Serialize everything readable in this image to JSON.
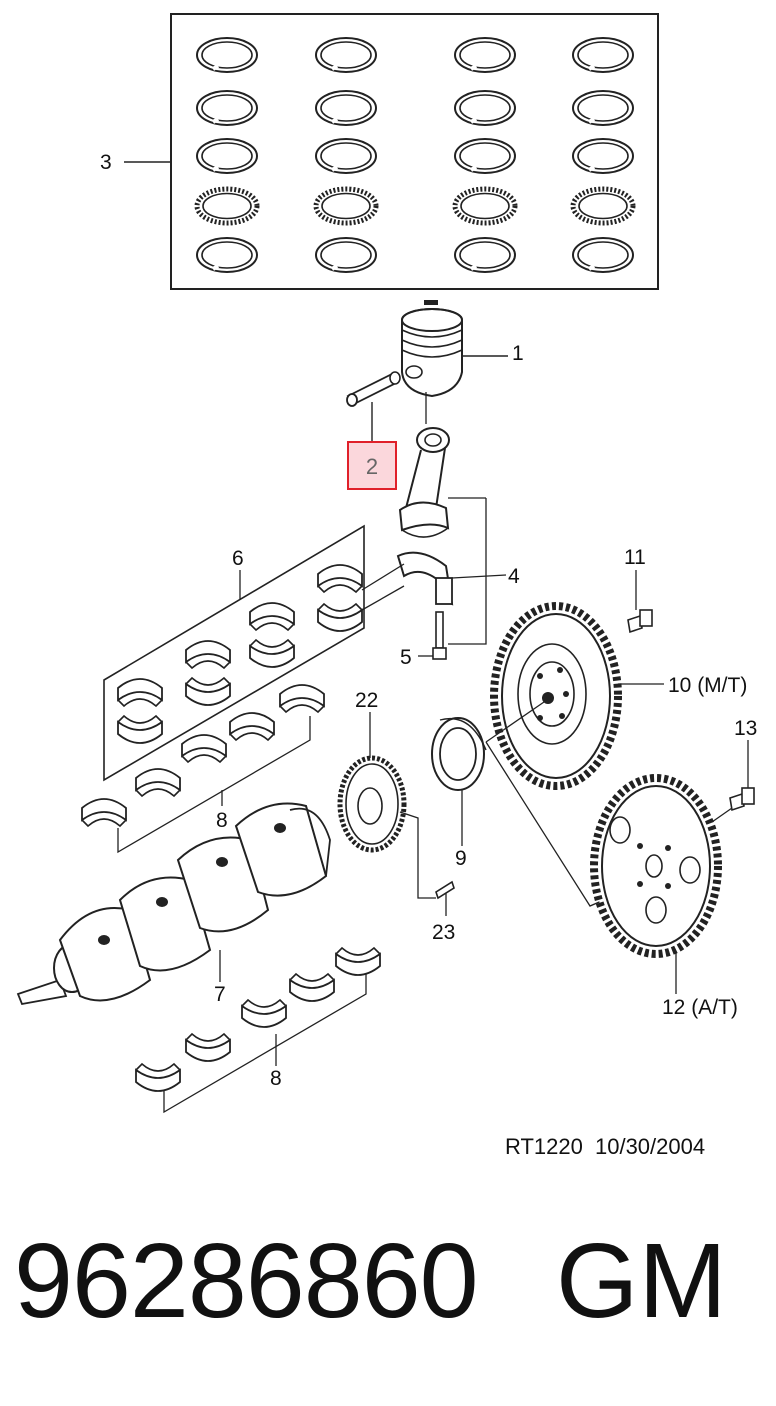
{
  "callouts": [
    {
      "id": "c1",
      "text": "1"
    },
    {
      "id": "c2",
      "text": "2"
    },
    {
      "id": "c3",
      "text": "3"
    },
    {
      "id": "c4",
      "text": "4"
    },
    {
      "id": "c5",
      "text": "5"
    },
    {
      "id": "c6",
      "text": "6"
    },
    {
      "id": "c7",
      "text": "7"
    },
    {
      "id": "c8a",
      "text": "8"
    },
    {
      "id": "c8b",
      "text": "8"
    },
    {
      "id": "c9",
      "text": "9"
    },
    {
      "id": "c10",
      "text": "10 (M/T)"
    },
    {
      "id": "c11",
      "text": "11"
    },
    {
      "id": "c12",
      "text": "12 (A/T)"
    },
    {
      "id": "c13",
      "text": "13"
    },
    {
      "id": "c22",
      "text": "22"
    },
    {
      "id": "c23",
      "text": "23"
    }
  ],
  "highlight": {
    "text": "2",
    "border_color": "#e0202a",
    "fill_color": "#fbd7dc"
  },
  "reference": "RT1220  10/30/2004",
  "part_number": "96286860",
  "brand": "GM"
}
